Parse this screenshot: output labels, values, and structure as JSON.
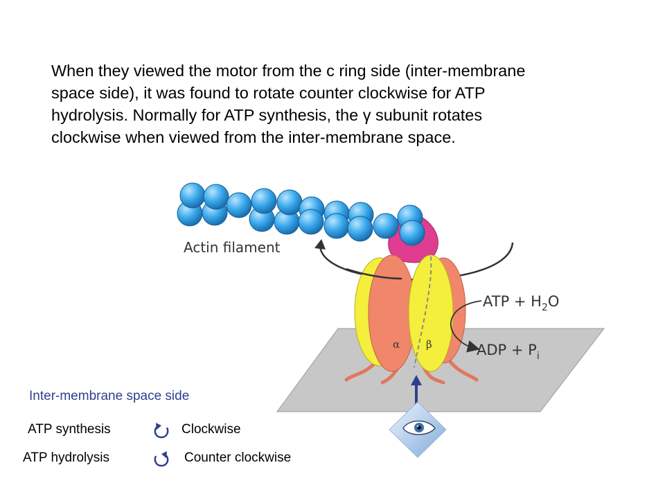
{
  "intro": {
    "line_1": "When they viewed the motor from the c ring side (inter-membrane",
    "line_2": "space side), it was found to rotate counter clockwise for ATP",
    "line_3": "hydrolysis. Normally for ATP synthesis, the γ subunit rotates",
    "line_4": "clockwise when viewed from the inter-membrane space."
  },
  "figure": {
    "actin_label": "Actin filament",
    "atp_h2o_main": "ATP + H",
    "atp_h2o_sub": "2",
    "atp_h2o_tail": "O",
    "adp_pi_main": "ADP + P",
    "adp_pi_sub": "i",
    "alpha_label": "α",
    "beta_label": "β",
    "colors": {
      "bead": "#3aa9ec",
      "alpha": "#f0876a",
      "beta": "#f4ee3c",
      "gamma_head": "#df3d8f",
      "membrane": "#c7c7c7",
      "arrow": "#2f3f8f"
    }
  },
  "side_label": "Inter-membrane space side",
  "legend": [
    {
      "term": "ATP synthesis",
      "arrow_icon": "clockwise-arrow-icon",
      "desc": "Clockwise"
    },
    {
      "term": "ATP hydrolysis",
      "arrow_icon": "counter-clockwise-arrow-icon",
      "desc": "Counter clockwise"
    }
  ]
}
